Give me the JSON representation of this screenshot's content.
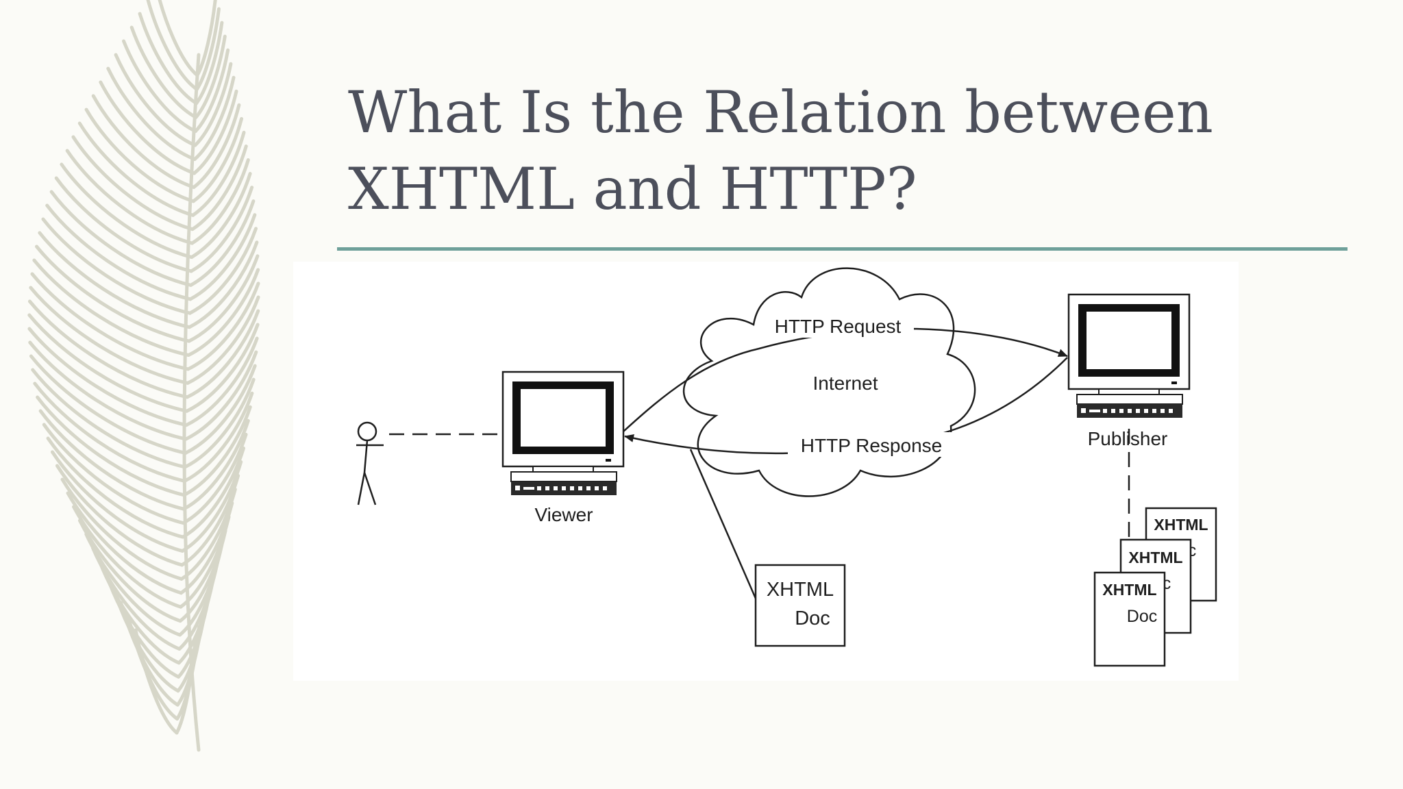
{
  "slide": {
    "title_line1": "What Is the Relation between",
    "title_line2": "XHTML and HTTP?"
  },
  "diagram": {
    "cloud_label": "Internet",
    "request_label": "HTTP Request",
    "response_label": "HTTP Response",
    "viewer_label": "Viewer",
    "publisher_label": "Publisher",
    "viewer_doc": {
      "line1": "XHTML",
      "line2": "Doc"
    },
    "publisher_docs": [
      {
        "line1": "XHTML",
        "line2": "Doc"
      },
      {
        "line1": "XHTML",
        "line2": "Doc"
      },
      {
        "line1": "XHTML",
        "line2": "Doc"
      }
    ]
  },
  "colors": {
    "title": "#4c4f5b",
    "accent_rule": "#6ea09a",
    "feather": "#d6d6c8"
  }
}
